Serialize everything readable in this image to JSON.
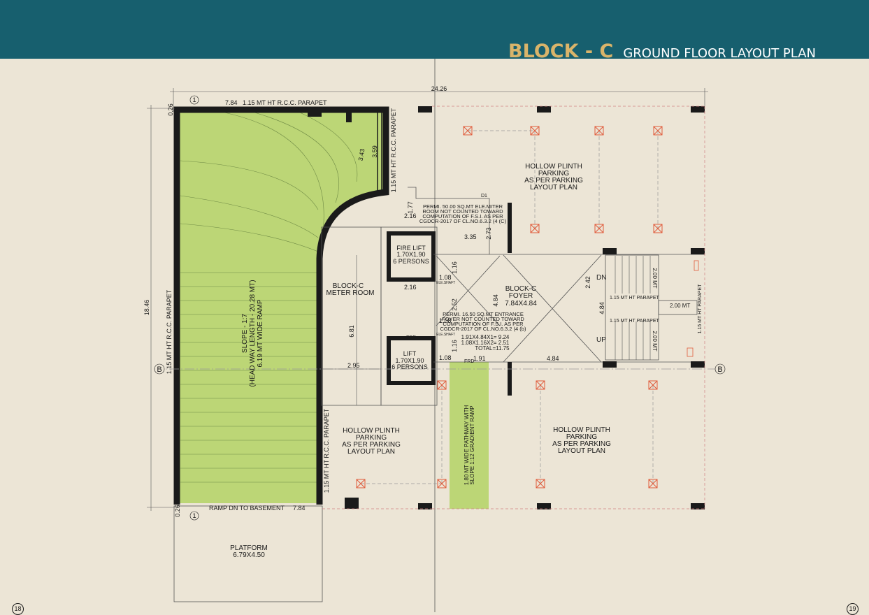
{
  "title": {
    "block": "BLOCK - C",
    "subtitle": "GROUND FLOOR  LAYOUT PLAN"
  },
  "pages": {
    "left": "18",
    "right": "19"
  },
  "grid": {
    "one_top": "1",
    "one_bottom": "1",
    "b_left": "B",
    "b_right": "B"
  },
  "dimensions": {
    "overall_width": "24.26",
    "overall_height": "18.46",
    "top_left": "7.84",
    "bottom_left": "7.84",
    "top_edge": "0.26",
    "bottom_edge": "0.26",
    "ramp_curve_a": "3.43",
    "ramp_curve_b": "3.59",
    "d177": "1.77",
    "d216a": "2.16",
    "d335": "3.35",
    "d273": "2.73",
    "d116a": "1.16",
    "d108a": "1.08",
    "d216b": "2.16",
    "d252": "2.52",
    "d108b": "1.08",
    "d116b": "1.16",
    "d108c": "1.08",
    "d191": "1.91",
    "d484a": "4.84",
    "d484b": "4.84",
    "d242": "2.42",
    "d484c": "4.84",
    "d681": "6.81",
    "d295": "2.95",
    "stair_a": "2.00 MT",
    "stair_b": "2.00 MT",
    "stair_c": "2.00 MT"
  },
  "labels": {
    "parapet_top": "1.15 MT HT R.C.C. PARAPET",
    "parapet_right": "1.15 MT HT R.C.C. PARAPET",
    "parapet_left": "1.15 MT HT R.C.C. PARAPET",
    "parapet_inner": "1.15 MT HT R.C.C. PARAPET",
    "parapet_stair_a": "1.15 MT HT PARAPET",
    "parapet_stair_b": "1.15 MT HT PARAPET",
    "parapet_far_right": "1.15 MT HT PARAPET",
    "ramp": [
      "SLOPE - 1:7",
      "(HEAD WAY LENGTH - 20.28 MT)",
      "6.19 MT WIDE RAMP"
    ],
    "ramp_dn": "RAMP DN TO BASEMENT",
    "platform": [
      "PLATFORM",
      "6.79X4.50"
    ],
    "hollow_top": [
      "HOLLOW PLINTH",
      "PARKING",
      "AS PER PARKING",
      "LAYOUT PLAN"
    ],
    "hollow_mid": [
      "HOLLOW PLINTH",
      "PARKING",
      "AS PER PARKING",
      "LAYOUT PLAN"
    ],
    "hollow_right": [
      "HOLLOW PLINTH",
      "PARKING",
      "AS PER PARKING",
      "LAYOUT PLAN"
    ],
    "meter": [
      "BLOCK-C",
      "METER ROOM"
    ],
    "fire_lift": [
      "FIRE LIFT",
      "1.70X1.90",
      "6 PERSONS"
    ],
    "lift": [
      "LIFT",
      "1.70X1.90",
      "6 PERSONS"
    ],
    "frd_a": "FRD",
    "frd_b": "FRD",
    "frd_c": "FRD",
    "ele_shaft_a": "ELE.SHAFT",
    "ele_shaft_b": "ELE.SHAFT",
    "d1": "D1",
    "permi_meter": [
      "PERMI. 50.00 SQ.MT ELE.MITER",
      "ROOM NOT COUNTED TOWARD",
      "COMPUTATION OF F.S.I. AS PER",
      "CGDCR-2017 OF CL.NO.6.3.2 (4 (C)"
    ],
    "foyer": [
      "BLOCK-C",
      "FOYER",
      "7.84X4.84"
    ],
    "permi_foyer": [
      "PERMI. 16.50 SQ.MT ENTRANCE",
      "FOYER NOT COUNTED TOWARD",
      "COMPUTATION OF F.S.I. AS PER",
      "CGDCR-2017 OF CL.NO.6.3.2 (4 (b)"
    ],
    "foyer_calc": [
      "1.91X4.84X1=  9.24",
      "1.08X1.16X2=  2.51",
      "TOTAL=11.75"
    ],
    "dn": "DN",
    "up": "UP",
    "pathway": [
      "1.80 MT WIDE PATHWAY WITH",
      "SLOPE 1:12 GRADIENT RAMP"
    ]
  },
  "colors": {
    "header": "#175f6e",
    "accent": "#d9b46a",
    "background": "#ece5d6",
    "ramp": "#bcd676",
    "wall": "#1a1a1a",
    "column_marker": "#e05a3a"
  }
}
